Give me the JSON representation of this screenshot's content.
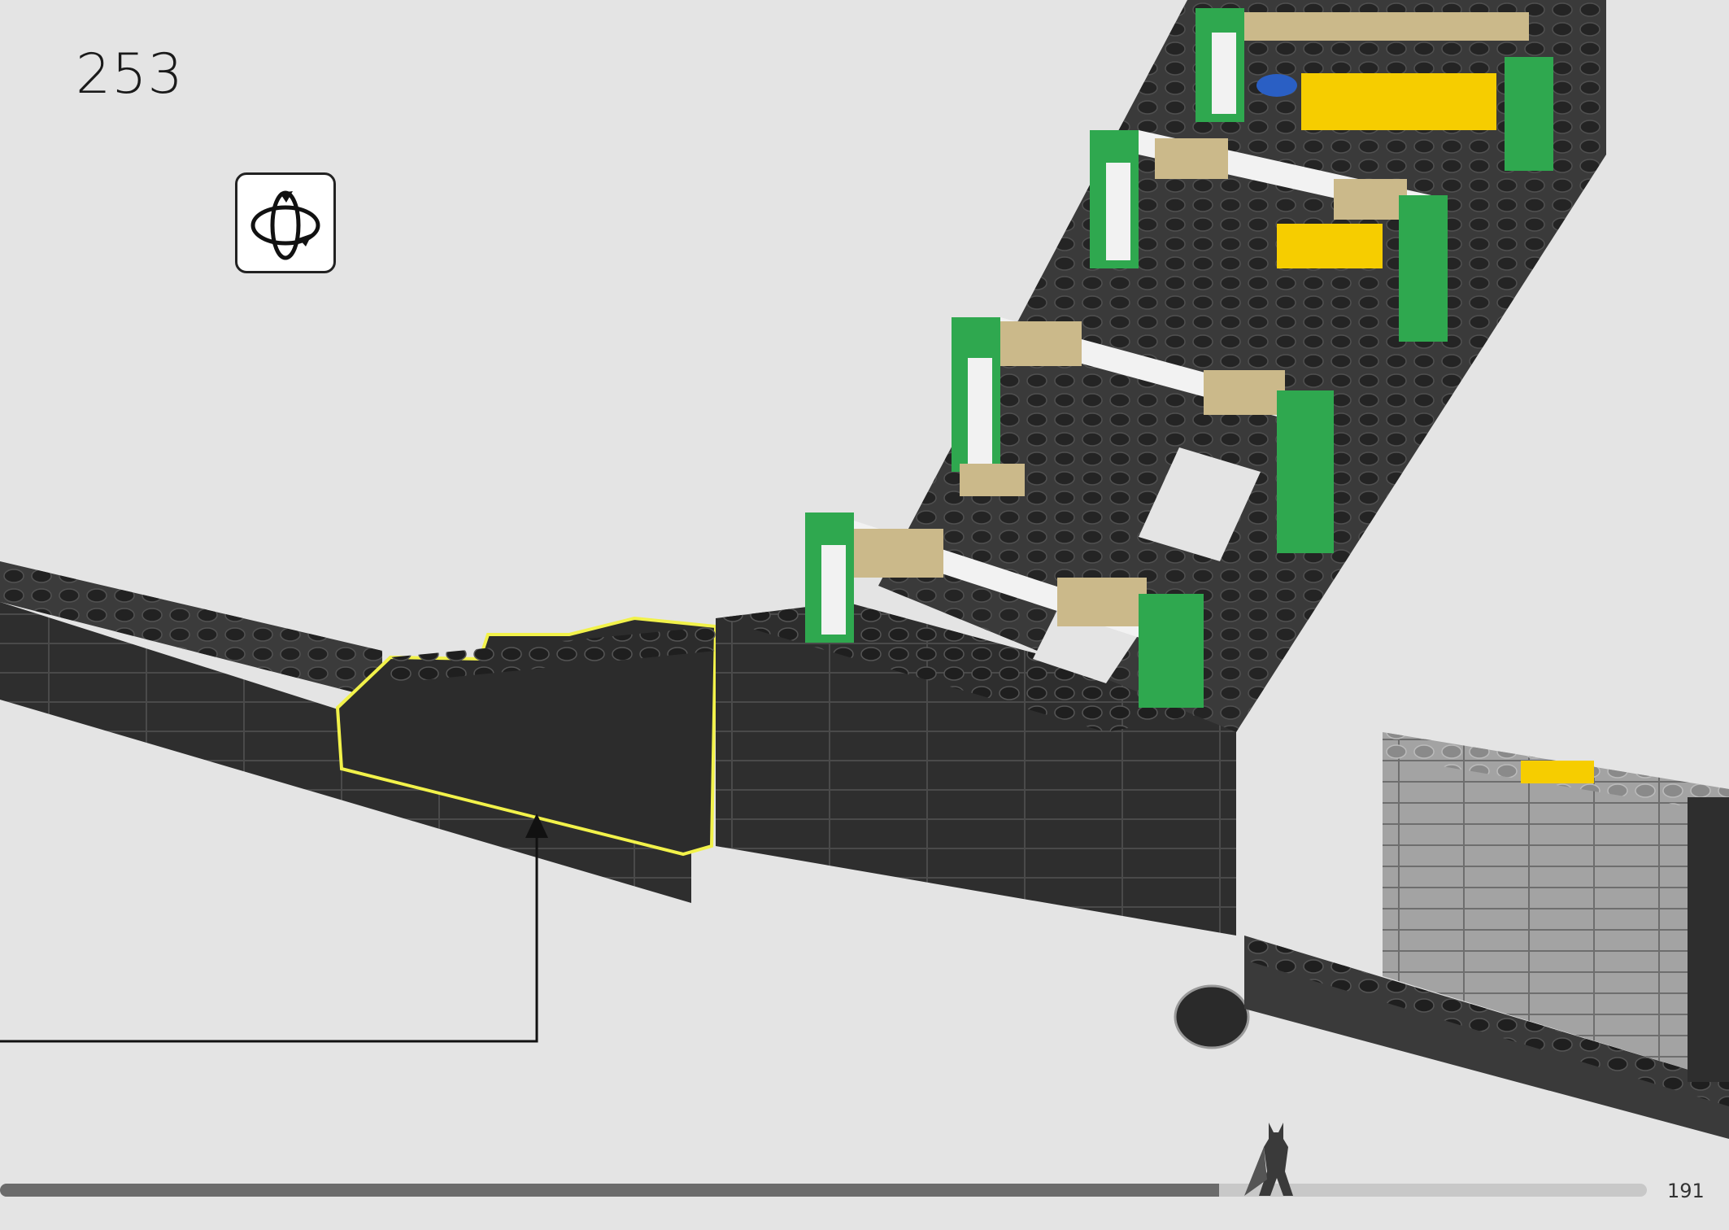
{
  "step": {
    "number": "253"
  },
  "page": {
    "number": "191"
  },
  "icons": {
    "rotate": "rotate-model-icon",
    "mascot": "batman-figure-icon"
  },
  "progress": {
    "fraction": 0.74
  },
  "colors": {
    "background": "#e4e4e4",
    "brick_dark": "#3b3b3b",
    "brick_stud": "#2a2a2a",
    "brick_green": "#2fa84f",
    "brick_tan": "#cbb98a",
    "brick_white": "#f2f2f2",
    "brick_yellow": "#f6cd00",
    "brick_light_gray": "#9a9a9a",
    "highlight": "#f2f24a"
  }
}
